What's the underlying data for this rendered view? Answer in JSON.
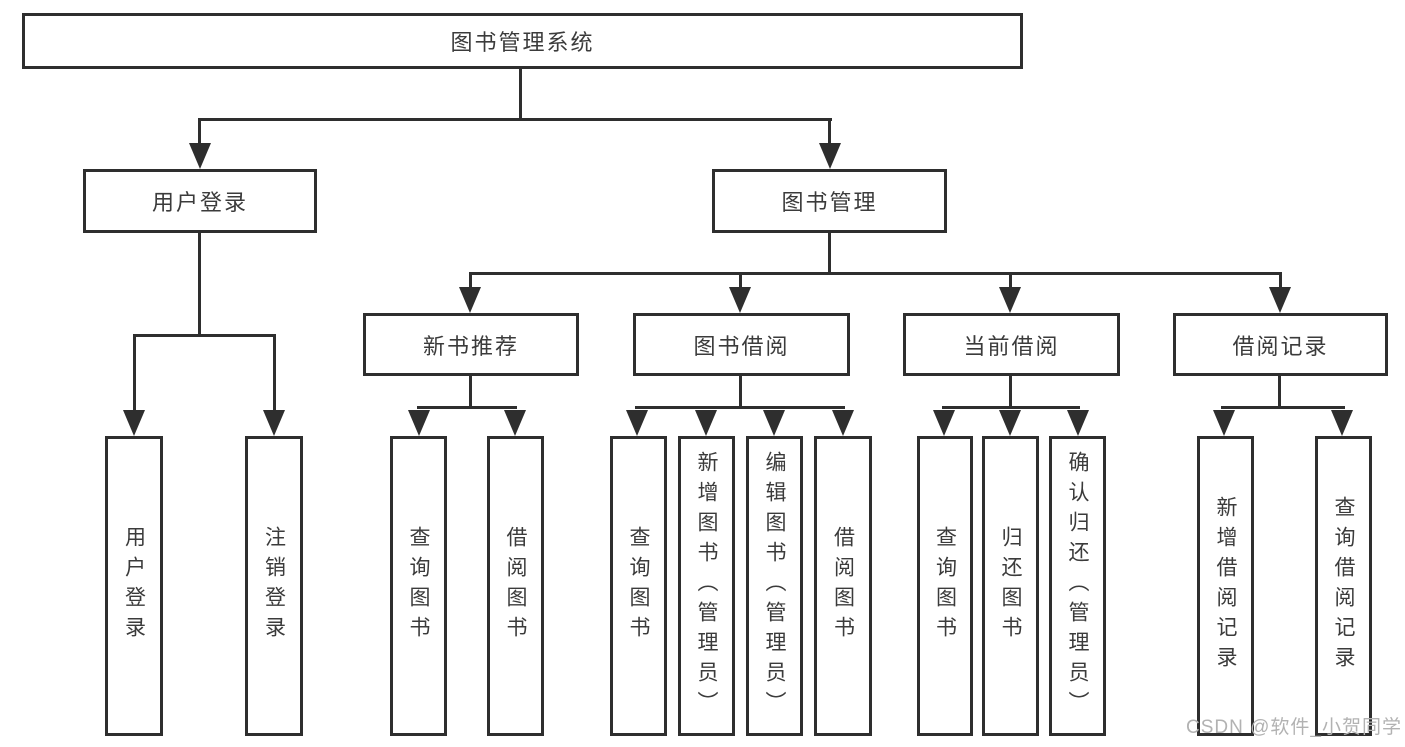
{
  "diagram_type": "hierarchy-tree",
  "tree": {
    "label": "图书管理系统",
    "children": [
      {
        "label": "用户登录",
        "children": [
          {
            "label": "用户登录"
          },
          {
            "label": "注销登录"
          }
        ]
      },
      {
        "label": "图书管理",
        "children": [
          {
            "label": "新书推荐",
            "children": [
              {
                "label": "查询图书"
              },
              {
                "label": "借阅图书"
              }
            ]
          },
          {
            "label": "图书借阅",
            "children": [
              {
                "label": "查询图书"
              },
              {
                "label": "新增图书（管理员）"
              },
              {
                "label": "编辑图书（管理员）"
              },
              {
                "label": "借阅图书"
              }
            ]
          },
          {
            "label": "当前借阅",
            "children": [
              {
                "label": "查询图书"
              },
              {
                "label": "归还图书"
              },
              {
                "label": "确认归还（管理员）"
              }
            ]
          },
          {
            "label": "借阅记录",
            "children": [
              {
                "label": "新增借阅记录"
              },
              {
                "label": "查询借阅记录"
              }
            ]
          }
        ]
      }
    ]
  },
  "watermark": {
    "text": "CSDN @软件_小贺同学"
  },
  "colors": {
    "line": "#2e2e2e",
    "text": "#3b3b3b",
    "background": "#ffffff",
    "watermark": "#b2b2b2"
  }
}
